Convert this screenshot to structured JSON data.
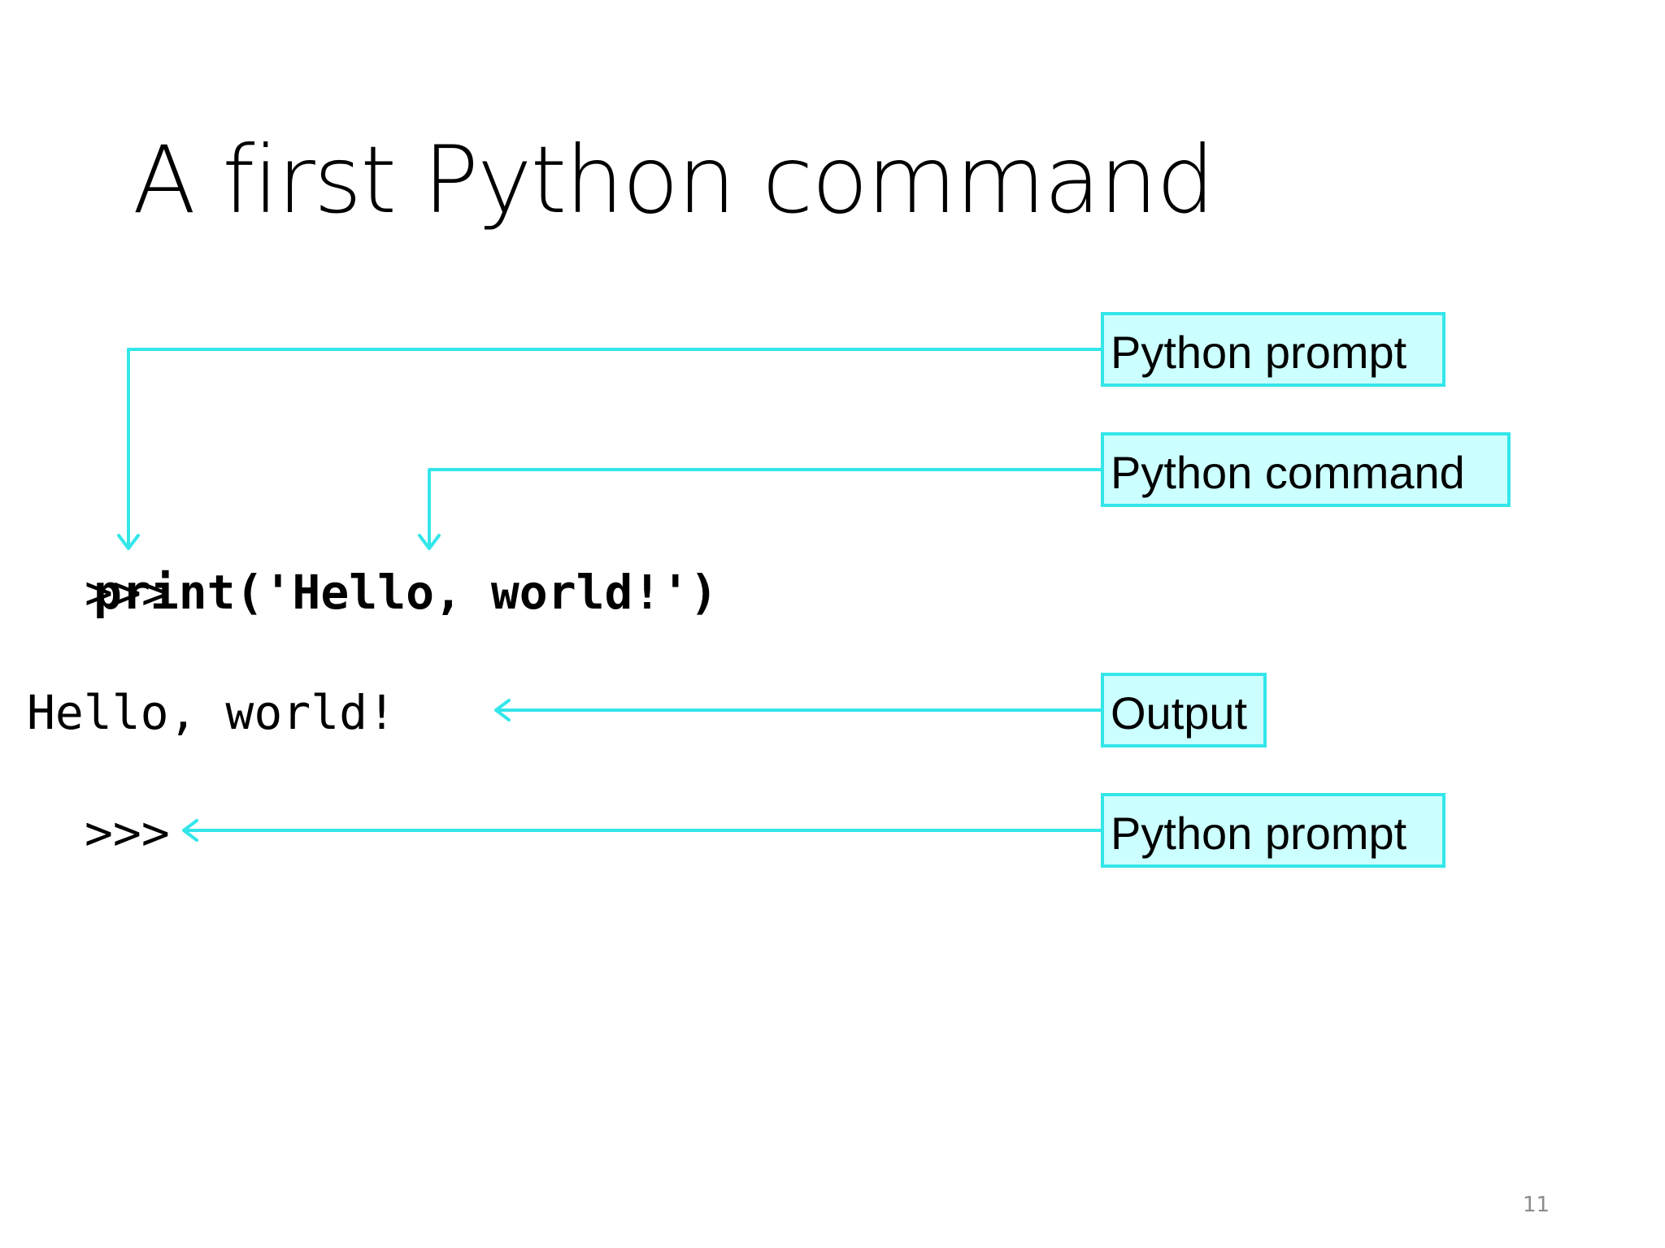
{
  "slide": {
    "title": "A first Python command",
    "page_number": "11"
  },
  "code": {
    "prompt_top": ">>>",
    "command": "print('Hello, world!')",
    "output": "Hello, world!",
    "prompt_bottom": ">>>"
  },
  "labels": {
    "prompt_1": "Python prompt",
    "command": "Python command",
    "output": "Output",
    "prompt_2": "Python prompt"
  },
  "colors": {
    "annotation_border": "#33e6ea",
    "annotation_fill": "#ccffff",
    "page_number": "#8c8c8c"
  }
}
